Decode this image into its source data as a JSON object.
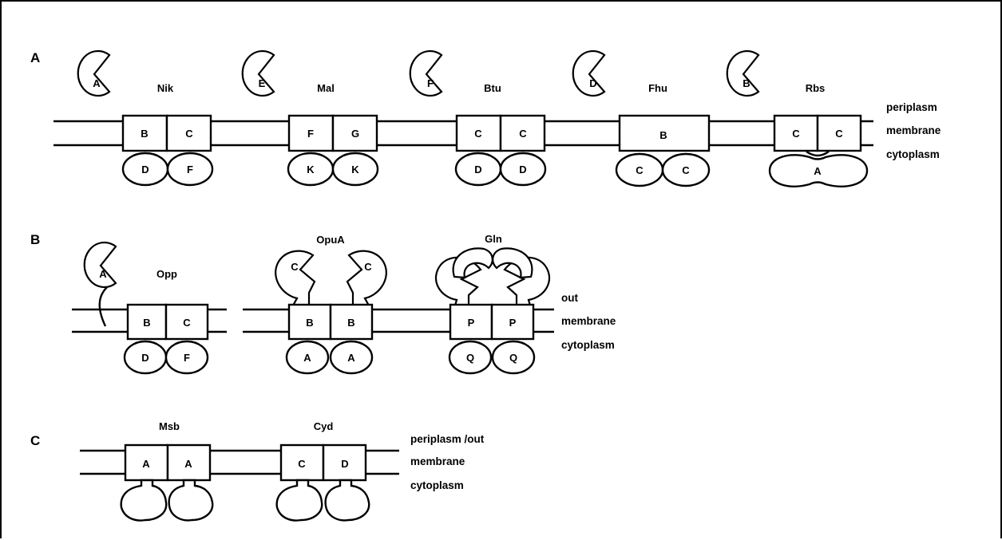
{
  "panels": [
    {
      "letter": "A",
      "side_labels": [
        "periplasm",
        "membrane",
        "cytoplasm"
      ],
      "transporters": [
        {
          "name": "Nik",
          "binding_protein": "A",
          "membrane": [
            "B",
            "C"
          ],
          "atpase": [
            "D",
            "F"
          ]
        },
        {
          "name": "Mal",
          "binding_protein": "E",
          "membrane": [
            "F",
            "G"
          ],
          "atpase": [
            "K",
            "K"
          ]
        },
        {
          "name": "Btu",
          "binding_protein": "F",
          "membrane": [
            "C",
            "C"
          ],
          "atpase": [
            "D",
            "D"
          ]
        },
        {
          "name": "Fhu",
          "binding_protein": "D",
          "membrane": [
            "B"
          ],
          "atpase": [
            "C",
            "C"
          ]
        },
        {
          "name": "Rbs",
          "binding_protein": "B",
          "membrane": [
            "C",
            "C"
          ],
          "atpase": [
            "A"
          ]
        }
      ]
    },
    {
      "letter": "B",
      "side_labels": [
        "out",
        "membrane",
        "cytoplasm"
      ],
      "transporters": [
        {
          "name": "Opp",
          "binding_protein": "A",
          "membrane": [
            "B",
            "C"
          ],
          "atpase": [
            "D",
            "F"
          ]
        },
        {
          "name": "OpuA",
          "binding_domains": [
            "C",
            "C"
          ],
          "membrane": [
            "B",
            "B"
          ],
          "atpase": [
            "A",
            "A"
          ]
        },
        {
          "name": "Gln",
          "binding_domains": [
            "",
            ""
          ],
          "membrane": [
            "P",
            "P"
          ],
          "atpase": [
            "Q",
            "Q"
          ]
        }
      ]
    },
    {
      "letter": "C",
      "side_labels": [
        "periplasm /out",
        "membrane",
        "cytoplasm"
      ],
      "transporters": [
        {
          "name": "Msb",
          "membrane": [
            "A",
            "A"
          ]
        },
        {
          "name": "Cyd",
          "membrane": [
            "C",
            "D"
          ]
        }
      ]
    }
  ]
}
